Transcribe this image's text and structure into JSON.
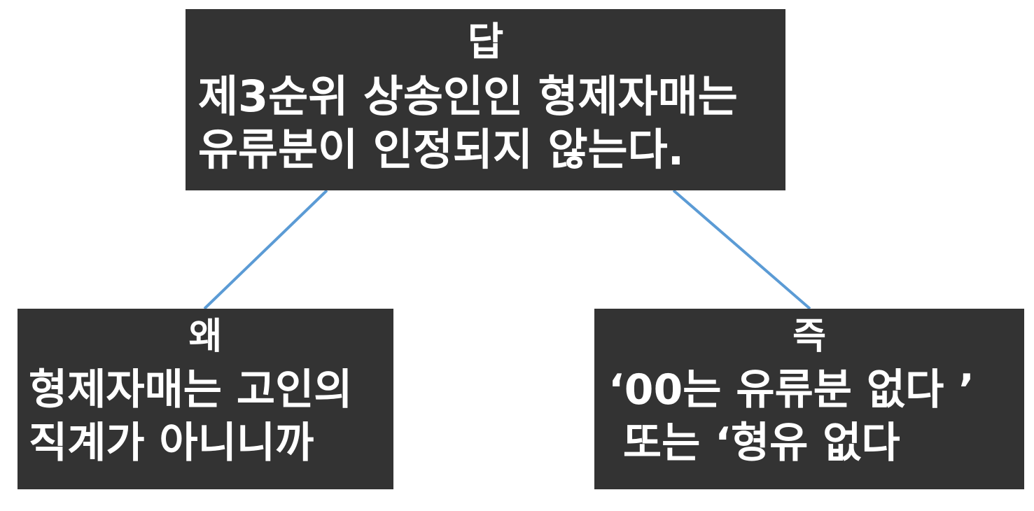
{
  "colors": {
    "box_background": "#333333",
    "text": "#ffffff",
    "connector": "#5b9bd5",
    "page_background": "#ffffff"
  },
  "top_box": {
    "heading": "답",
    "lines": [
      "제3순위 상송인인 형제자매는",
      "유류분이 인정되지 않는다."
    ]
  },
  "left_box": {
    "heading": "왜",
    "lines": [
      "형제자매는 고인의",
      "직계가 아니니까"
    ]
  },
  "right_box": {
    "heading": "즉",
    "lines": [
      "‘00는 유류분 없다 ’",
      " 또는 ‘형유 없다"
    ]
  }
}
